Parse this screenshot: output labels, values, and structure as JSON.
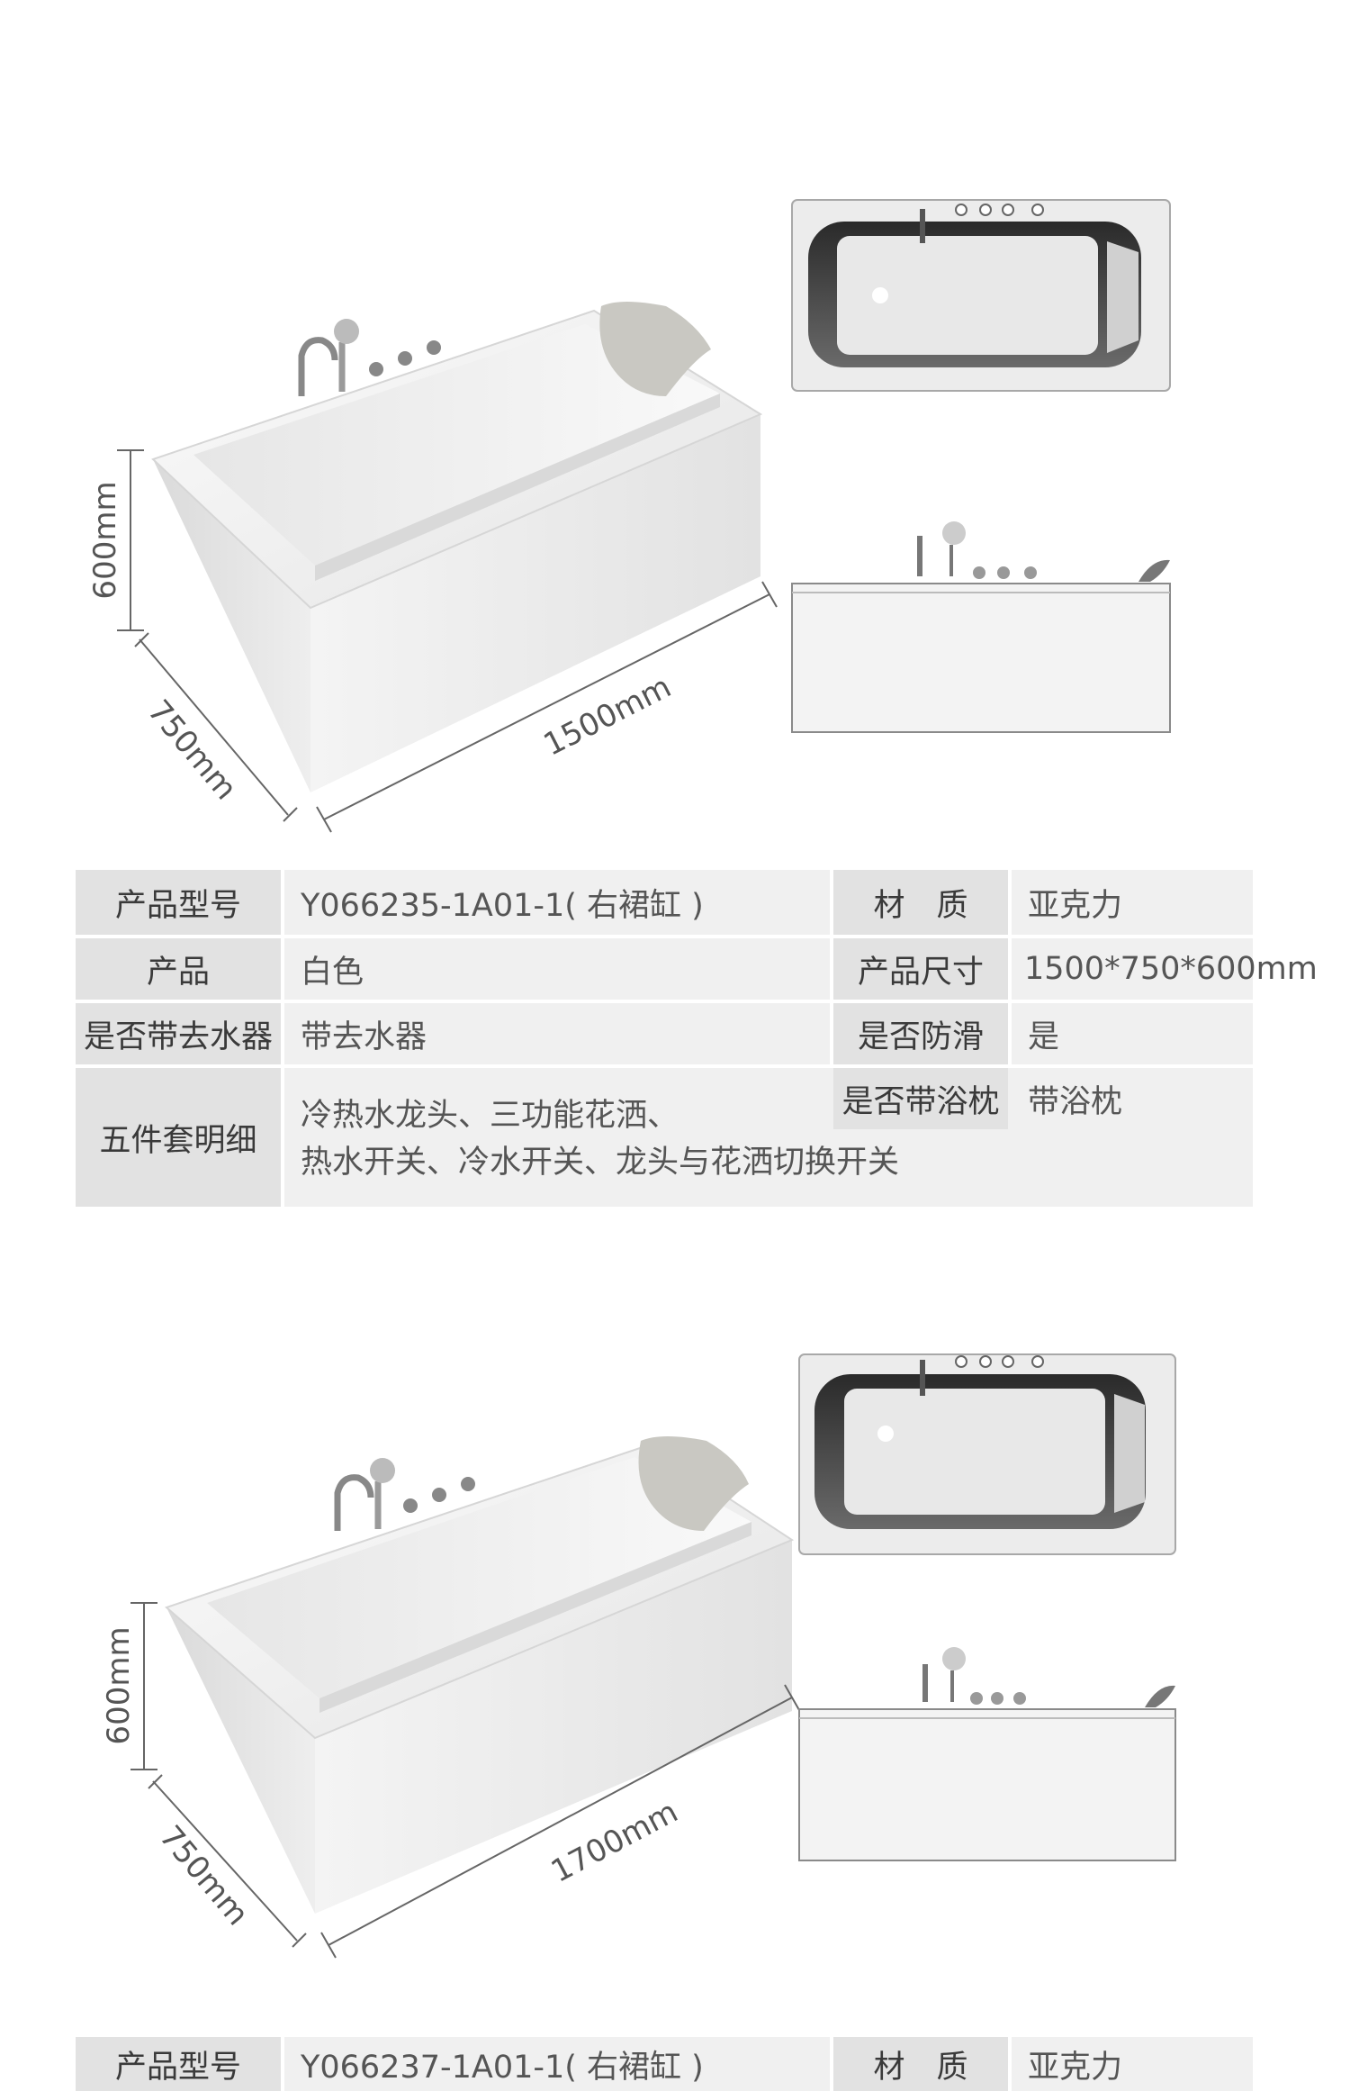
{
  "product1": {
    "dimensions": {
      "height": "600mm",
      "depth": "750mm",
      "length": "1500mm"
    },
    "specs": {
      "model_label": "产品型号",
      "model_value": "Y066235-1A01-1( 右裙缸 )",
      "material_label": "材　质",
      "material_value": "亚克力",
      "color_label": "产品",
      "color_value": "白色",
      "size_label": "产品尺寸",
      "size_value": "1500*750*600mm",
      "drain_label": "是否带去水器",
      "drain_value": "带去水器",
      "antislip_label": "是否防滑",
      "antislip_value": "是",
      "kit_label": "五件套明细",
      "kit_line1": "冷热水龙头、三功能花洒、",
      "kit_line2": "热水开关、冷水开关、龙头与花洒切换开关",
      "pillow_label": "是否带浴枕",
      "pillow_value": "带浴枕"
    }
  },
  "product2": {
    "dimensions": {
      "height": "600mm",
      "depth": "750mm",
      "length": "1700mm"
    },
    "specs": {
      "model_label": "产品型号",
      "model_value": "Y066237-1A01-1( 右裙缸 )",
      "material_label": "材　质",
      "material_value": "亚克力"
    }
  }
}
